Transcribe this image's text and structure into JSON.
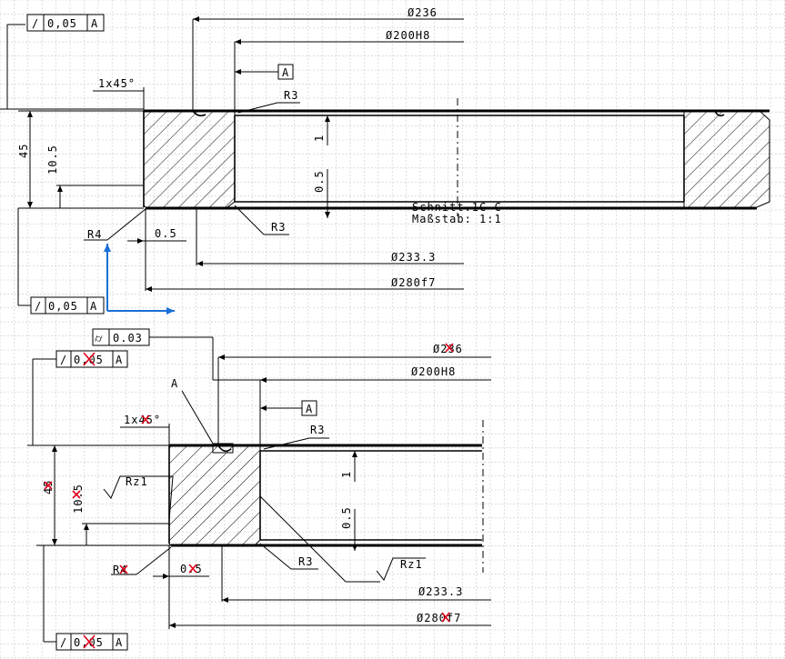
{
  "colors": {
    "grid": "#c8c8c8",
    "line": "#000000",
    "red_mark": "#e0001b",
    "axis": "#1a6fd6",
    "background": "#ffffff"
  },
  "upper": {
    "dia_236": "Ø236",
    "dia_200": "Ø200H8",
    "datum": "A",
    "chamfer": "1x45°",
    "r3_top": "R3",
    "r3_bottom": "R3",
    "dim_45": "45",
    "dim_10_5": "10.5",
    "dim_1": "1",
    "dim_0_5_vert": "0.5",
    "r4": "R4",
    "dim_0_5_horiz": "0.5",
    "dia_233": "Ø233.3",
    "dia_280": "Ø280f7",
    "section_title": "Schnitt.1C-C",
    "scale": "Maßstab:  1:1",
    "fcf_top": {
      "symbol": "/",
      "value": "0,05",
      "datum": "A"
    },
    "fcf_bottom": {
      "symbol": "/",
      "value": "0,05",
      "datum": "A"
    }
  },
  "lower": {
    "flatness": {
      "symbol": "⌭",
      "value": "0.03"
    },
    "fcf_top": {
      "symbol": "/",
      "value": "0,05",
      "datum": "A"
    },
    "fcf_bottom": {
      "symbol": "/",
      "value": "0,05",
      "datum": "A"
    },
    "dia_236": "Ø236",
    "dia_200": "Ø200H8",
    "datum": "A",
    "leader_a": "A",
    "chamfer": "1x45°",
    "r3_top": "R3",
    "r3_bottom": "R3",
    "dim_45": "45",
    "dim_10_5": "10.5",
    "dim_1": "1",
    "dim_0_5_vert": "0.5",
    "rz_left": "Rz1",
    "rz_right": "Rz1",
    "r4": "R4",
    "dim_0_5_horiz": "0.5",
    "dia_233": "Ø233.3",
    "dia_280": "Ø280f7"
  }
}
